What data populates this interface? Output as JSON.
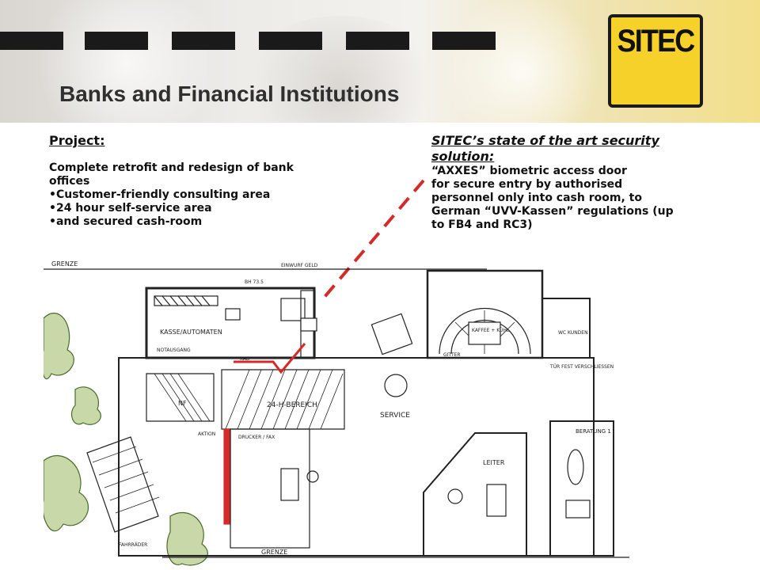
{
  "header": {
    "title": "Banks and Financial Institutions",
    "logo_text": "SITEC",
    "brand_color": "#f6d12a",
    "stripe_color": "#1a1a1a"
  },
  "project": {
    "heading": "Project:",
    "description": "Complete retrofit and redesign of bank offices",
    "bullets": [
      "•Customer-friendly consulting area",
      "•24 hour self-service area",
      "•and secured cash-room"
    ]
  },
  "solution": {
    "heading": "SITEC’s state of the art security solution:",
    "lines": [
      "“AXXES” biometric access door",
      "for secure entry by authorised",
      "personnel only into cash room, to",
      "German “UVV-Kassen” regulations (up",
      "to FB4 and RC3)"
    ]
  },
  "floorplan": {
    "labels": {
      "grenze_top": "GRENZE",
      "grenze_bottom": "GRENZE",
      "bh": "BH 73.5",
      "kasse": "KASSE/AUTOMATEN",
      "notausgang": "NOTAUSGANG",
      "kad": "KAD",
      "area24": "24-H-BEREICH",
      "aktion": "AKTION",
      "drucker": "DRUCKER / FAX",
      "service": "SERVICE",
      "gitter": "GITTER",
      "kaffee": "KAFFEE + KÜHL",
      "wc": "WC KUNDEN",
      "tuer": "TÜR FEST VERSCHLIESSEN",
      "beratung": "BERATUNG 1",
      "leiter": "LEITER",
      "fahrraeder": "FAHRRÄDER",
      "nf": "NF",
      "einwurf": "EINWURF GELD"
    },
    "accent_color": "#d42a2a",
    "line_color": "#222222"
  }
}
